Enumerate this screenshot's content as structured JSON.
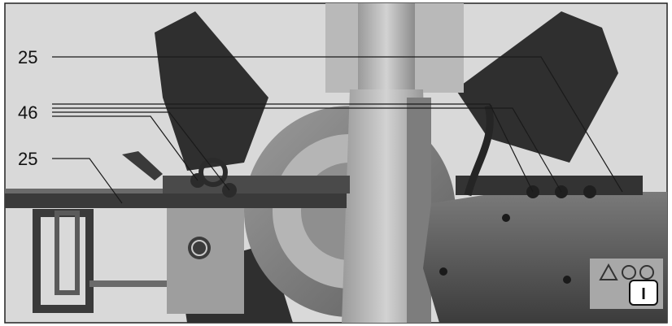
{
  "callouts": [
    {
      "id": "top",
      "label": "25"
    },
    {
      "id": "middle",
      "label": "46"
    },
    {
      "id": "bottom",
      "label": "25"
    }
  ],
  "figure_badge": "I",
  "colors": {
    "background": "#ffffff",
    "photo_dark": "#2b2b2b",
    "photo_mid": "#8a8a8a",
    "photo_light": "#c8c8c8",
    "leader_line": "#1a1a1a"
  }
}
